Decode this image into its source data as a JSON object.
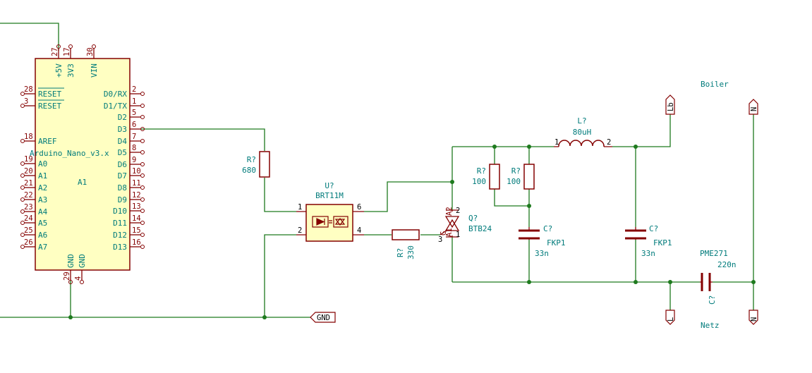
{
  "colors": {
    "wire": "#1e7a1e",
    "symbol_outline": "#840000",
    "symbol_fill": "#ffffc2",
    "text": "#007b7b",
    "pin_text": "#840000",
    "junction": "#1e7a1e"
  },
  "arduino": {
    "ref": "A1",
    "value": "Arduino_Nano_v3.x",
    "top_pins": [
      {
        "num": "27",
        "name": "+5V"
      },
      {
        "num": "17",
        "name": "3V3"
      },
      {
        "num": "30",
        "name": "VIN"
      }
    ],
    "left_pins": [
      {
        "num": "28",
        "name": "RESET"
      },
      {
        "num": "3",
        "name": "RESET"
      },
      {
        "num": "18",
        "name": "AREF"
      },
      {
        "num": "19",
        "name": "A0"
      },
      {
        "num": "20",
        "name": "A1"
      },
      {
        "num": "21",
        "name": "A2"
      },
      {
        "num": "22",
        "name": "A3"
      },
      {
        "num": "23",
        "name": "A4"
      },
      {
        "num": "24",
        "name": "A5"
      },
      {
        "num": "25",
        "name": "A6"
      },
      {
        "num": "26",
        "name": "A7"
      }
    ],
    "right_pins": [
      {
        "num": "2",
        "name": "D0/RX"
      },
      {
        "num": "1",
        "name": "D1/TX"
      },
      {
        "num": "5",
        "name": "D2"
      },
      {
        "num": "6",
        "name": "D3"
      },
      {
        "num": "7",
        "name": "D4"
      },
      {
        "num": "8",
        "name": "D5"
      },
      {
        "num": "9",
        "name": "D6"
      },
      {
        "num": "10",
        "name": "D7"
      },
      {
        "num": "11",
        "name": "D8"
      },
      {
        "num": "12",
        "name": "D9"
      },
      {
        "num": "13",
        "name": "D10"
      },
      {
        "num": "14",
        "name": "D11"
      },
      {
        "num": "15",
        "name": "D12"
      },
      {
        "num": "16",
        "name": "D13"
      }
    ],
    "bottom_pins": [
      {
        "num": "29",
        "name": "GND"
      },
      {
        "num": "4",
        "name": "GND"
      }
    ]
  },
  "resistor_680": {
    "ref": "R?",
    "value": "680"
  },
  "optocoupler": {
    "ref": "U?",
    "value": "BRT11M",
    "pins": [
      "1",
      "2",
      "6",
      "4"
    ]
  },
  "resistor_330": {
    "ref": "R?",
    "value": "330"
  },
  "triac": {
    "ref": "Q?",
    "value": "BTB24",
    "pins": [
      "2",
      "1",
      "3"
    ],
    "pin_names": [
      "A2",
      "A1",
      "G"
    ]
  },
  "resistor_100_a": {
    "ref": "R?",
    "value": "100"
  },
  "resistor_100_b": {
    "ref": "R?",
    "value": "100"
  },
  "inductor": {
    "ref": "L?",
    "value": "80uH",
    "pins": [
      "1",
      "2"
    ]
  },
  "cap_left": {
    "ref": "C?",
    "part": "FKP1",
    "value": "33n"
  },
  "cap_right": {
    "ref": "C?",
    "part": "FKP1",
    "value": "33n"
  },
  "cap_netz": {
    "ref": "C?",
    "part": "PME271",
    "value": "220n"
  },
  "power_labels": {
    "gnd": "GND",
    "lb": "Lb",
    "n_top": "N",
    "l": "L",
    "n_bottom": "N"
  },
  "notes": {
    "boiler": "Boiler",
    "netz": "Netz"
  }
}
